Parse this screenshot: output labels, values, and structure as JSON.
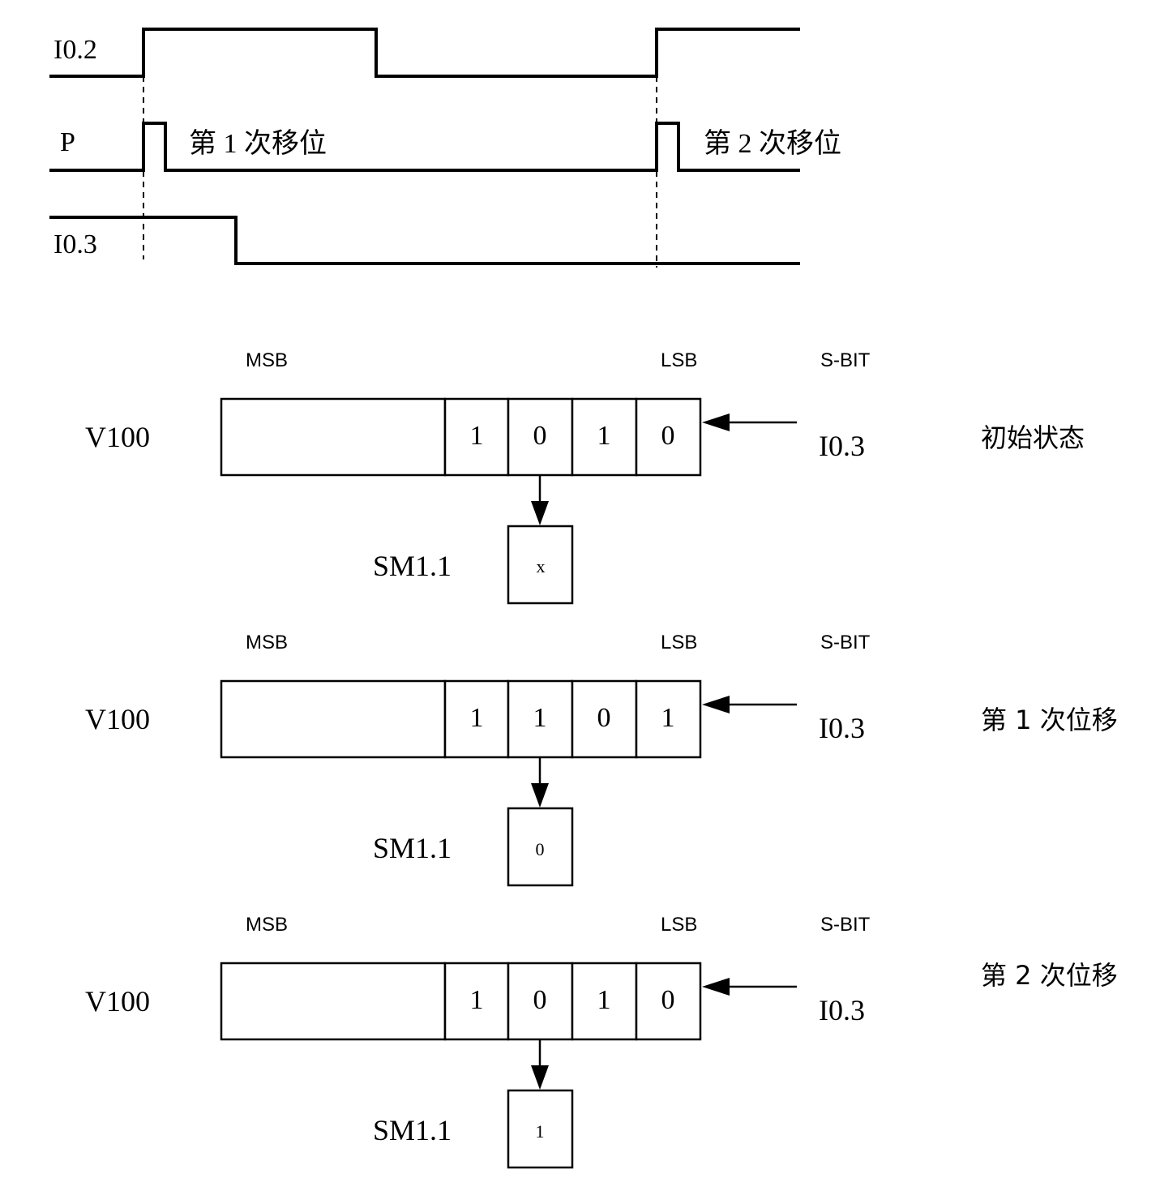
{
  "timing": {
    "signals": [
      {
        "id": "i02",
        "label": "I0.2"
      },
      {
        "id": "p",
        "label": "P"
      },
      {
        "id": "i03",
        "label": "I0.3"
      }
    ],
    "annotations": [
      {
        "id": "shift1",
        "text": "第 1 次移位"
      },
      {
        "id": "shift2",
        "text": "第 2 次移位"
      }
    ]
  },
  "register": {
    "msb_label": "MSB",
    "lsb_label": "LSB",
    "sbit_label": "S-BIT",
    "reg_label": "V100",
    "input_label": "I0.3",
    "overflow_label": "SM1.1"
  },
  "states": [
    {
      "title": "初始状态",
      "bits": [
        "1",
        "0",
        "1",
        "0"
      ],
      "overflow": "x"
    },
    {
      "title": "第 1 次位移",
      "bits": [
        "1",
        "1",
        "0",
        "1"
      ],
      "overflow": "0"
    },
    {
      "title": "第 2 次位移",
      "bits": [
        "1",
        "0",
        "1",
        "0"
      ],
      "overflow": "1"
    }
  ]
}
